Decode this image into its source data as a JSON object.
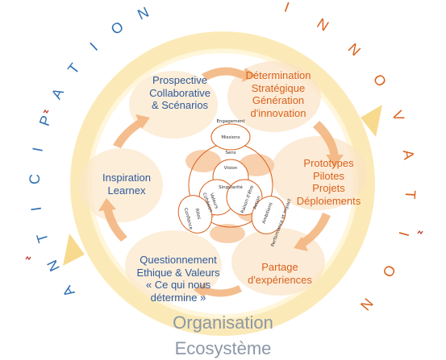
{
  "arc_left": {
    "letters": [
      "A",
      "N",
      "T",
      "I",
      "C",
      "I",
      "P",
      "A",
      "T",
      "I",
      "O",
      "N"
    ],
    "color": "#2f6fb1"
  },
  "arc_right": {
    "letters": [
      "I",
      "N",
      "N",
      "O",
      "V",
      "A",
      "T",
      "I",
      "O",
      "N"
    ],
    "color": "#d9621c"
  },
  "blocks": {
    "prospective": [
      "Prospective",
      "Collaborative",
      "& Scénarios"
    ],
    "determination": [
      "Détermination",
      "Stratégique",
      "Génération",
      "d'innovation"
    ],
    "inspiration": [
      "Inspiration",
      "Learnex"
    ],
    "prototypes": [
      "Prototypes",
      "Pilotes",
      "Projets",
      "Déploiements"
    ],
    "questionnement": [
      "Questionnement",
      "Ethique & Valeurs",
      "« Ce qui nous",
      "détermine »"
    ],
    "partage": [
      "Partage",
      "d'expériences"
    ]
  },
  "center": {
    "engagement": "Engagement",
    "missions": "Missions",
    "sens": "Sens",
    "vision": "Vision",
    "singularite": "Singularité",
    "valeurs": "Valeurs",
    "raison": "Raison d'être",
    "rites": "Rites",
    "cohesion": "Cohésion",
    "confiance": "Confiance",
    "ambitions": "Ambitions",
    "action": "Action",
    "performance": "Performance et impact"
  },
  "bottom": {
    "organisation": "Organisation",
    "ecosysteme": "Ecosystème"
  },
  "colors": {
    "blue": "#2f5a9a",
    "orange": "#d9621c",
    "ring_yellow": "#f7d97a",
    "arrow_orange": "#f2a66b",
    "bottom_gray": "#8c97a6"
  }
}
